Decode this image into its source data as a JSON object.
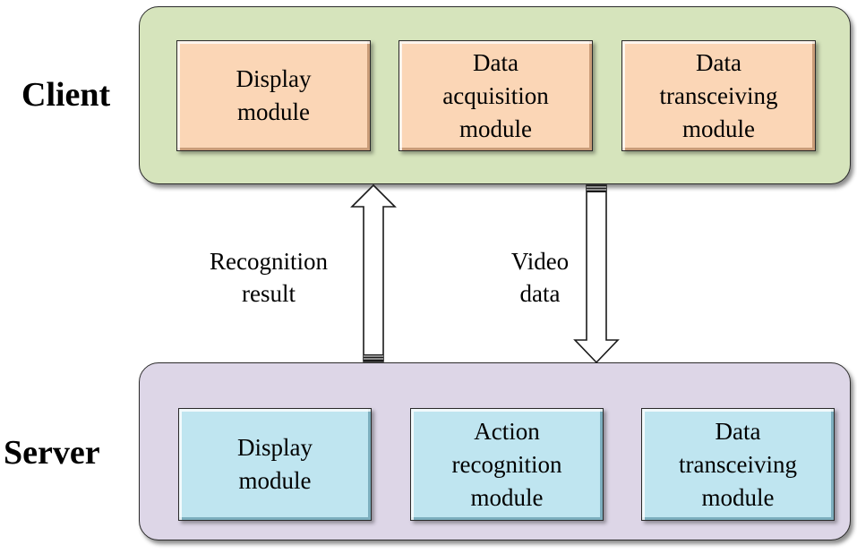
{
  "client": {
    "label": "Client",
    "modules": [
      "Display\nmodule",
      "Data\nacquisition\nmodule",
      "Data\ntransceiving\nmodule"
    ],
    "panel_color": "#d6e4bc",
    "module_color": "#fbd6b6"
  },
  "server": {
    "label": "Server",
    "modules": [
      "Display\nmodule",
      "Action\nrecognition\nmodule",
      "Data\ntransceiving\nmodule"
    ],
    "panel_color": "#ddd6e7",
    "module_color": "#bfe5f0"
  },
  "flows": {
    "upward_label": "Recognition\nresult",
    "downward_label": "Video\ndata"
  }
}
